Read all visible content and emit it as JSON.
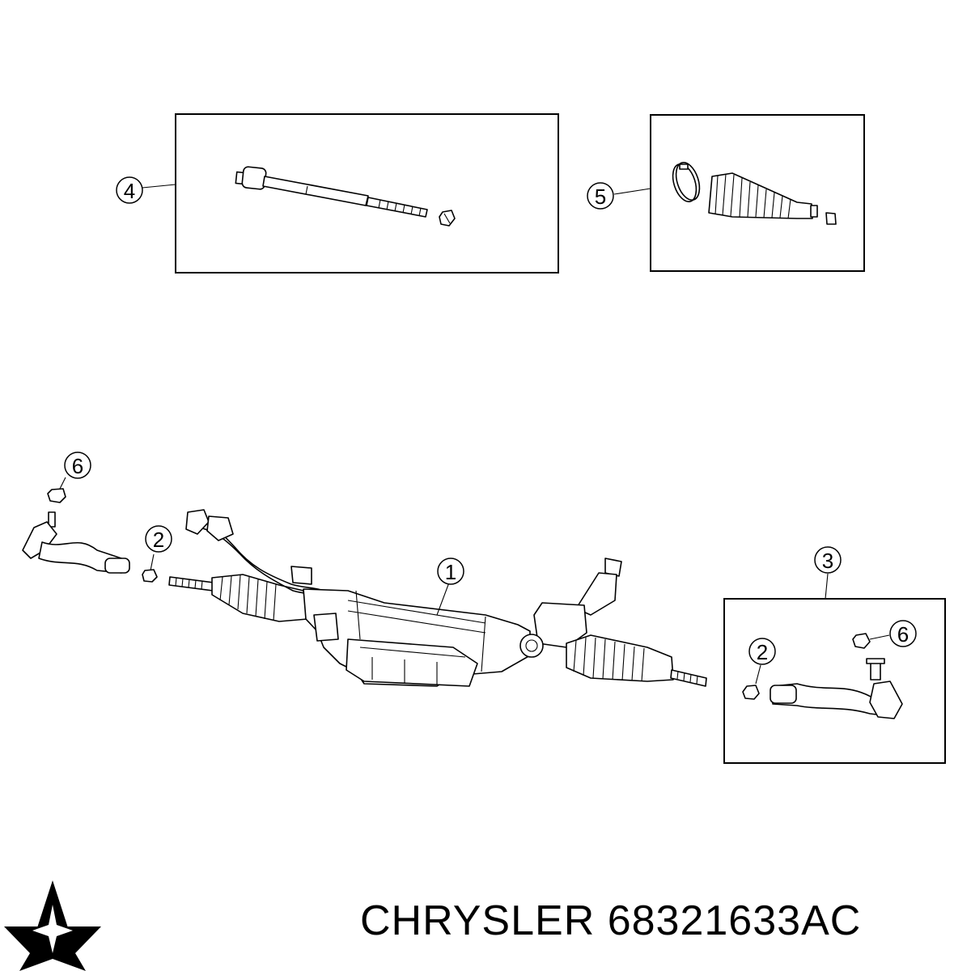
{
  "callouts": {
    "c1": "1",
    "c2a": "2",
    "c2b": "2",
    "c3": "3",
    "c4": "4",
    "c5": "5",
    "c6a": "6",
    "c6b": "6"
  },
  "caption": {
    "brand": "CHRYSLER",
    "part_number": "68321633AC"
  },
  "logo": {
    "icon": "pentastar-logo-icon",
    "color": "#000000"
  }
}
